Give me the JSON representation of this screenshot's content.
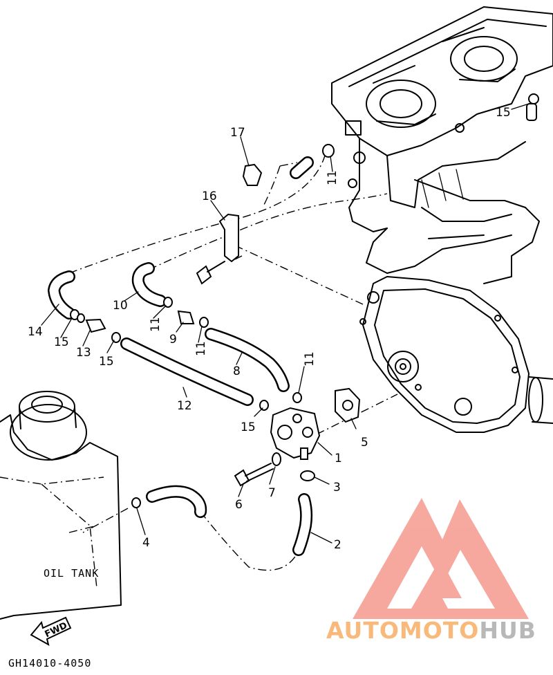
{
  "callouts": {
    "c1": "1",
    "c2": "2",
    "c3": "3",
    "c4": "4",
    "c5": "5",
    "c6": "6",
    "c7": "7",
    "c8": "8",
    "c9": "9",
    "c10": "10",
    "c11a": "11",
    "c11b": "11",
    "c11c": "11",
    "c11d": "11",
    "c12": "12",
    "c13": "13",
    "c14": "14",
    "c15a": "15",
    "c15b": "15",
    "c15c": "15",
    "c15d": "15",
    "c16": "16",
    "c17": "17"
  },
  "labels": {
    "oil_tank": "OIL TANK",
    "fwd": "FWD",
    "drawing_code": "GH14010-4050"
  },
  "watermark": {
    "part1": "AUTO",
    "part2": "MOTO",
    "part3": "HUB",
    "color_main": "#f59a8e",
    "color_text": "#f9b97a",
    "color_hub": "#b8b8b8"
  }
}
